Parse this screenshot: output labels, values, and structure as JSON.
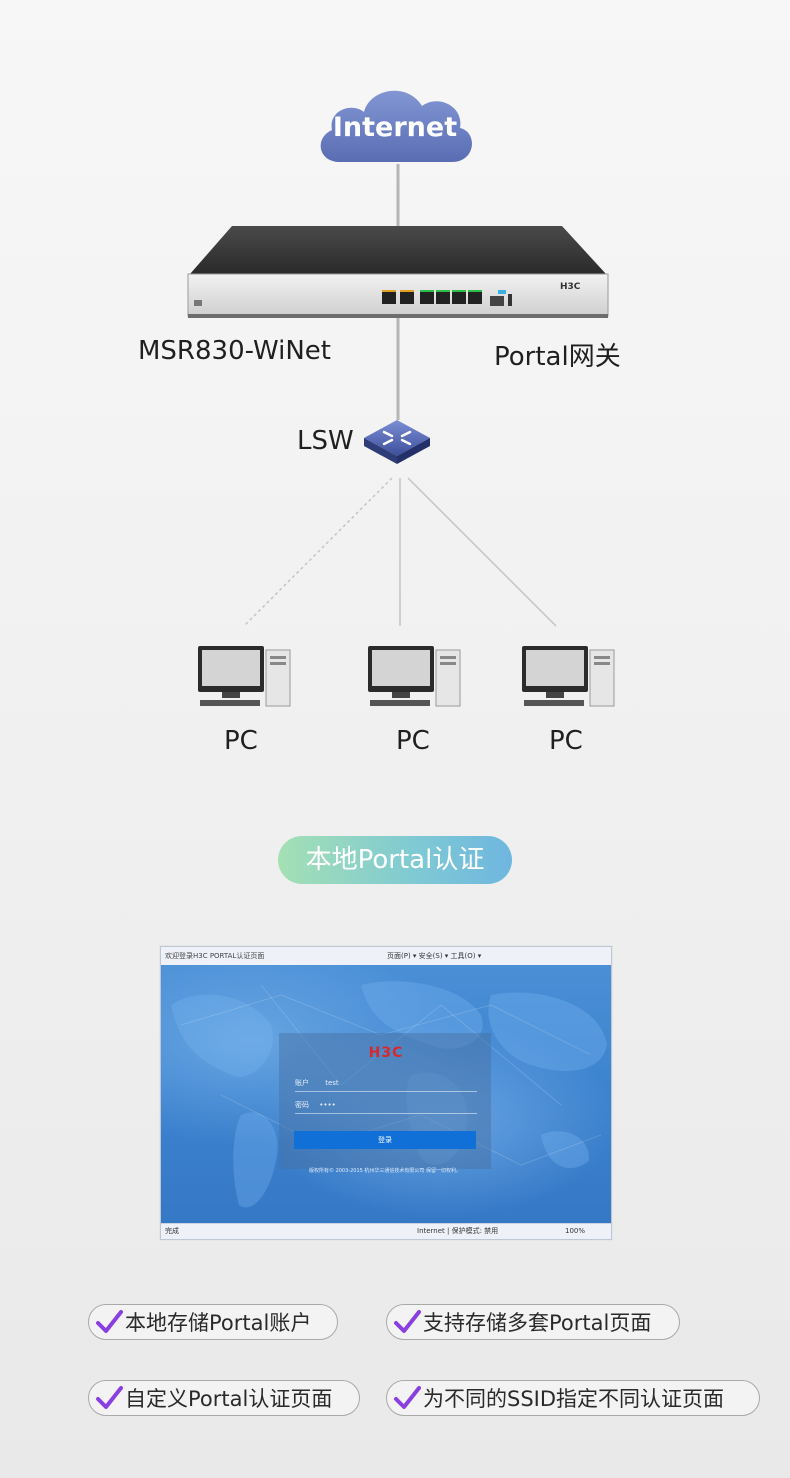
{
  "diagram": {
    "internet_label": "Internet",
    "router_model": "MSR830-WiNet",
    "router_role": "Portal网关",
    "switch_label": "LSW",
    "router_brand": "H3C",
    "pcs": [
      {
        "label": "PC"
      },
      {
        "label": "PC"
      },
      {
        "label": "PC"
      }
    ]
  },
  "section_badge": "本地Portal认证",
  "browser": {
    "tab_title": "欢迎登录H3C PORTAL认证页面",
    "menu": "页面(P) ▾  安全(S) ▾  工具(O) ▾",
    "logo": "H3C",
    "account_label": "账户",
    "account_value": "test",
    "password_label": "密码",
    "password_value": "••••",
    "login_button": "登录",
    "copyright": "版权所有© 2003-2015 杭州华三通信技术有限公司 保留一切权利。",
    "status_left": "完成",
    "status_zone": "Internet | 保护模式: 禁用",
    "status_zoom": "100%"
  },
  "features": [
    {
      "label": "本地存储Portal账户"
    },
    {
      "label": "支持存储多套Portal页面"
    },
    {
      "label": "自定义Portal认证页面"
    },
    {
      "label": "为不同的SSID指定不同认证页面"
    }
  ],
  "colors": {
    "cloud": "#6b7fc0",
    "badge_start": "#a4e0b4",
    "badge_end": "#6fb6e0",
    "check": "#8a3fe0",
    "login_button": "#1170d8",
    "logo_red": "#d9272e"
  }
}
